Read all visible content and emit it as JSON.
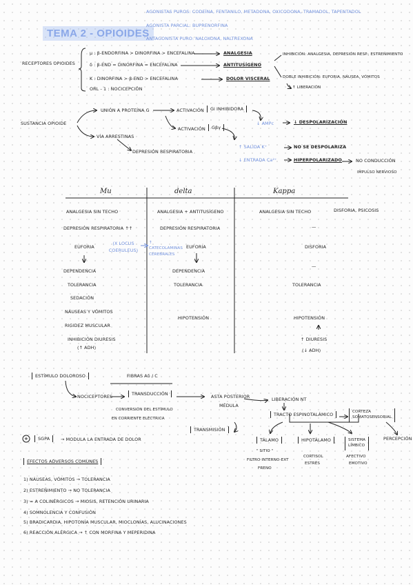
{
  "header": {
    "line1": "AGONISTAS PUROS: CODEÍNA, FENTANILO, METADONA, OXICODONA, TRAMADOL, TAPENTADOL",
    "line2": "AGONISTA PARCIAL: BUPRENORFINA",
    "line3": "ANTAGONISTA PURO: NALOXONA, NALTREXONA",
    "title": "TEMA 2 - OPIOIDES"
  },
  "receptores": {
    "label": "RECEPTORES OPIOIDES",
    "mu": "μ : β-ENDORFINA > DINORFINA > ENCEFALINA",
    "mu_effect": "ANALGESIA",
    "delta": "δ : β-END = DINORFINA = ENCEFALINA",
    "delta_effect": "ANTITUSÍGENO",
    "kappa": "K : DINORFINA > β-END > ENCEFALINA",
    "kappa_effect": "DOLOR VISCERAL",
    "orl": "ORL - 1 : NOCICEPCIÓN",
    "inhibicion1": "INHIBICIÓN: ANALGESIA, DEPRESIÓN RESP., ESTREÑIMIENTO",
    "inhibicion2": "DOBLE INHIBICIÓN: EUFORIA, NÁUSEA, VÓMITOS",
    "liberacion": "↑ LIBERACIÓN"
  },
  "sustancia": {
    "label": "SUSTANCIA OPIOIDE",
    "union": "UNIÓN A PROTEÍNA G",
    "activacion1": "ACTIVACIÓN",
    "gi": "Gi INHIBIDORA",
    "ampc": "↓ AMPc",
    "despolarizacion": "↓ DESPOLARIZACIÓN",
    "activacion2": "ACTIVACIÓN",
    "gby": "Gβγ",
    "salida_k": "↑ SALIDA K⁺",
    "entrada_ca": "↓ ENTRADA Ca²⁺",
    "no_despolariza": "NO SE DESPOLARIZA",
    "hiperpolarizado": "HIPERPOLARIZADO",
    "no_conduccion": "NO CONDUCCIÓN",
    "impulso": "IMPULSO NERVIOSO",
    "via": "VÍA ARRESTINAS",
    "depresion": "DEPRESIÓN RESPIRATORIA"
  },
  "table": {
    "headers": [
      "Mu",
      "delta",
      "Kappa"
    ],
    "mu": [
      "ANALGESIA SIN TECHO",
      "DEPRESIÓN RESPIRATORIA ↑↑",
      "EUFORIA",
      "DEPENDENCIA",
      "TOLERANCIA",
      "SEDACIÓN",
      "NÁUSEAS Y VÓMITOS",
      "RIGIDEZ MUSCULAR",
      "INHIBICIÓN DIURESIS",
      "(↑ ADH)"
    ],
    "mu_locus": "(X LOCUS COERULEUS)",
    "mu_locus_effect": "↑ CATECOLAMINAS CEREBRALES",
    "delta": [
      "ANALGESIA + ANTITUSÍGENO",
      "DEPRESIÓN RESPIRATORIA",
      "EUFORIA",
      "DEPENDENCIA",
      "TOLERANCIA",
      "HIPOTENSIÓN"
    ],
    "kappa": [
      "ANALGESIA SIN TECHO",
      "DISFORIA, PSICOSIS",
      "—",
      "DISFORIA",
      "—",
      "TOLERANCIA",
      "HIPOTENSIÓN",
      "↑ DIURESIS",
      "(↓ ADH)"
    ]
  },
  "dolor": {
    "estimulo": "ESTÍMULO DOLOROSO",
    "fibras": "FIBRAS Aδ / C",
    "nociceptores": "NOCICEPTORES",
    "transduccion": "TRANSDUCCIÓN",
    "conversion1": "CONVERSIÓN DEL ESTÍMULO",
    "conversion2": "EN CORRIENTE ELÉCTRICA",
    "asta1": "ASTA POSTERIOR",
    "asta2": "MÉDULA",
    "transmision": "TRANSMISIÓN",
    "liberacion_nt": "LIBERACIÓN NT",
    "tracto": "TRACTO ESPINOTALÁMICO",
    "corteza1": "CORTEZA",
    "corteza2": "SOMATOSENSORIAL",
    "percepcion": "PERCEPCIÓN",
    "talamo": "TÁLAMO",
    "talamo_sub1": "\" SITIO \"",
    "talamo_sub2": "FILTRO INTERNO-EXT",
    "talamo_sub3": "FRENO",
    "hipotalamo": "HIPOTÁLAMO",
    "hipot_sub1": "CORTISOL",
    "hipot_sub2": "ESTRÉS",
    "limbico1": "SISTEMA",
    "limbico2": "LÍMBICO",
    "limb_sub1": "AFECTIVO",
    "limb_sub2": "EMOTIVO",
    "sgpa": "SGPA",
    "sgpa_text": "→ MODULA LA ENTRADA DE DOLOR",
    "plus": "+"
  },
  "adversos": {
    "title": "EFECTOS ADVERSOS COMUNES",
    "items": [
      "1) NÁUSEAS, VÓMITOS → TOLERANCIA",
      "2) ESTREÑIMIENTO → NO TOLERANCIA",
      "3) ≈ A COLINÉRGICOS → MIOSIS, RETENCIÓN URINARIA",
      "4) SOMNOLENCIA Y CONFUSIÓN",
      "5) BRADICARDIA, HIPOTONÍA MUSCULAR, MIOCLONÍAS, ALUCINACIONES",
      "6) REACCIÓN ALÉRGICA → ↑ CON MORFINA Y MEPERIDINA"
    ]
  }
}
